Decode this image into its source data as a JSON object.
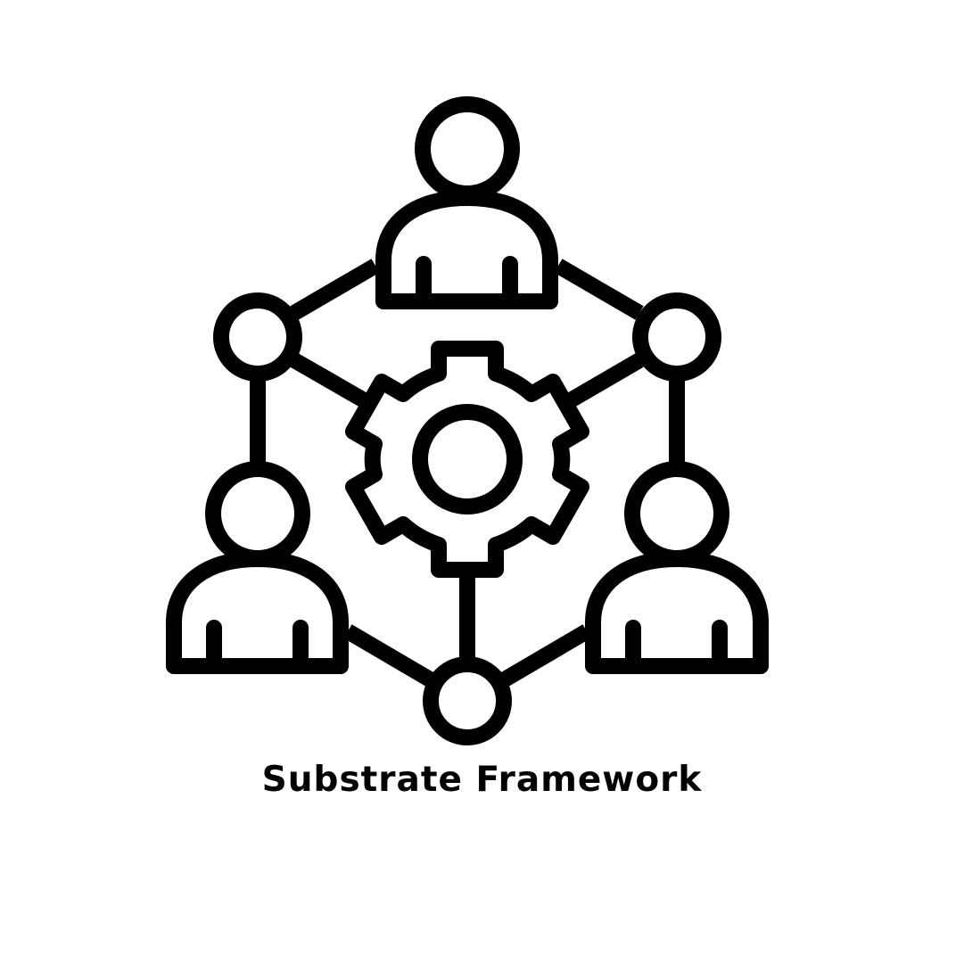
{
  "title": "Substrate Framework",
  "colors": {
    "stroke": "#000000",
    "background": "#ffffff"
  },
  "icons": {
    "center": "gear-icon",
    "people": [
      "person-icon-top",
      "person-icon-left",
      "person-icon-right"
    ],
    "nodes": [
      "node-left",
      "node-right",
      "node-bottom"
    ]
  }
}
